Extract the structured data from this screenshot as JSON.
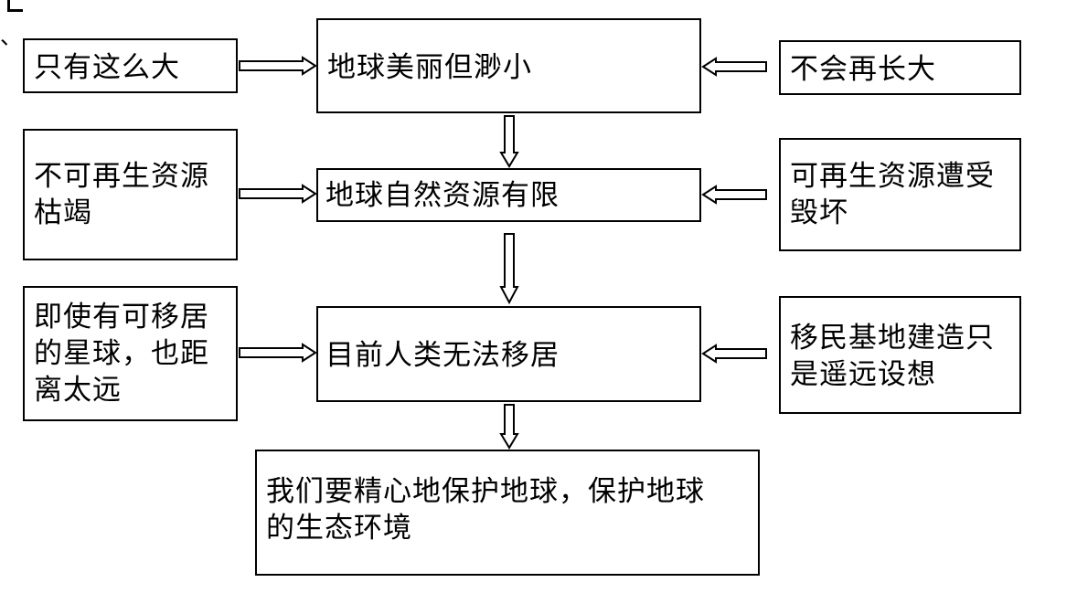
{
  "top_marks": {
    "bracket": "⌐",
    "dot": "、"
  },
  "center": {
    "earth_small": "地球美丽但渺小",
    "earth_resources": "地球自然资源有限",
    "no_migration": "目前人类无法移居",
    "conclusion": [
      "我们要精心地保护地球，保护地球",
      "的生态环境"
    ]
  },
  "left": {
    "size": "只有这么大",
    "nonrenewable": [
      "不可再生资源",
      "枯竭"
    ],
    "far_planet": [
      "即使有可移居",
      "的星球，也距",
      "离太远"
    ]
  },
  "right": {
    "no_grow": "不会再长大",
    "renewable": [
      "可再生资源遭受",
      "毁坏"
    ],
    "base": [
      "移民基地建造只",
      "是遥远设想"
    ]
  }
}
